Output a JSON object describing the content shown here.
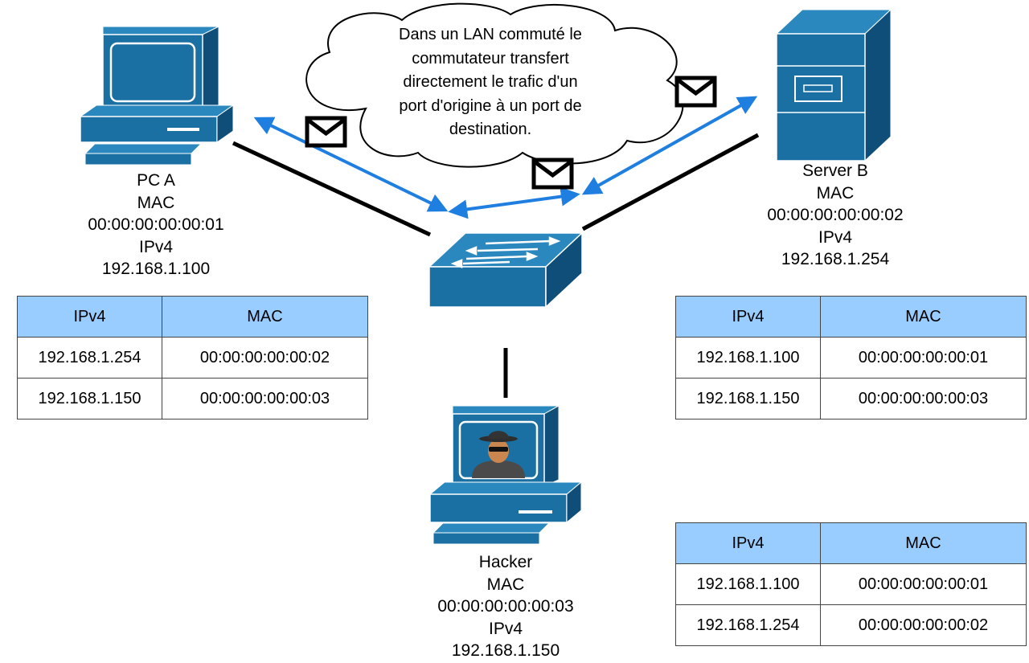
{
  "cloud": {
    "lines": [
      "Dans un LAN commuté le",
      "commutateur transfert",
      "directement le trafic d'un",
      "port d'origine à un port de",
      "destination."
    ]
  },
  "devices": {
    "pc_a": {
      "name": "PC A",
      "mac_label": "MAC",
      "mac": "00:00:00:00:00:01",
      "ip_label": "IPv4",
      "ip": "192.168.1.100"
    },
    "server_b": {
      "name": "Server B",
      "mac_label": "MAC",
      "mac": "00:00:00:00:00:02",
      "ip_label": "IPv4",
      "ip": "192.168.1.254"
    },
    "hacker": {
      "name": "Hacker",
      "mac_label": "MAC",
      "mac": "00:00:00:00:00:03",
      "ip_label": "IPv4",
      "ip": "192.168.1.150"
    }
  },
  "tables": {
    "pc_a": {
      "headers": [
        "IPv4",
        "MAC"
      ],
      "rows": [
        [
          "192.168.1.254",
          "00:00:00:00:00:02"
        ],
        [
          "192.168.1.150",
          "00:00:00:00:00:03"
        ]
      ]
    },
    "server_b": {
      "headers": [
        "IPv4",
        "MAC"
      ],
      "rows": [
        [
          "192.168.1.100",
          "00:00:00:00:00:01"
        ],
        [
          "192.168.1.150",
          "00:00:00:00:00:03"
        ]
      ]
    },
    "hacker": {
      "headers": [
        "IPv4",
        "MAC"
      ],
      "rows": [
        [
          "192.168.1.100",
          "00:00:00:00:00:01"
        ],
        [
          "192.168.1.254",
          "00:00:00:00:00:02"
        ]
      ]
    }
  },
  "icons": [
    "computer-icon",
    "server-icon",
    "switch-icon",
    "hacker-computer-icon",
    "envelope-icon",
    "cloud-shape"
  ],
  "colors": {
    "device_blue": "#1a6fa3",
    "device_dark": "#0f4e78",
    "arrow_blue": "#1f7fe0",
    "table_header": "#99ccff"
  }
}
